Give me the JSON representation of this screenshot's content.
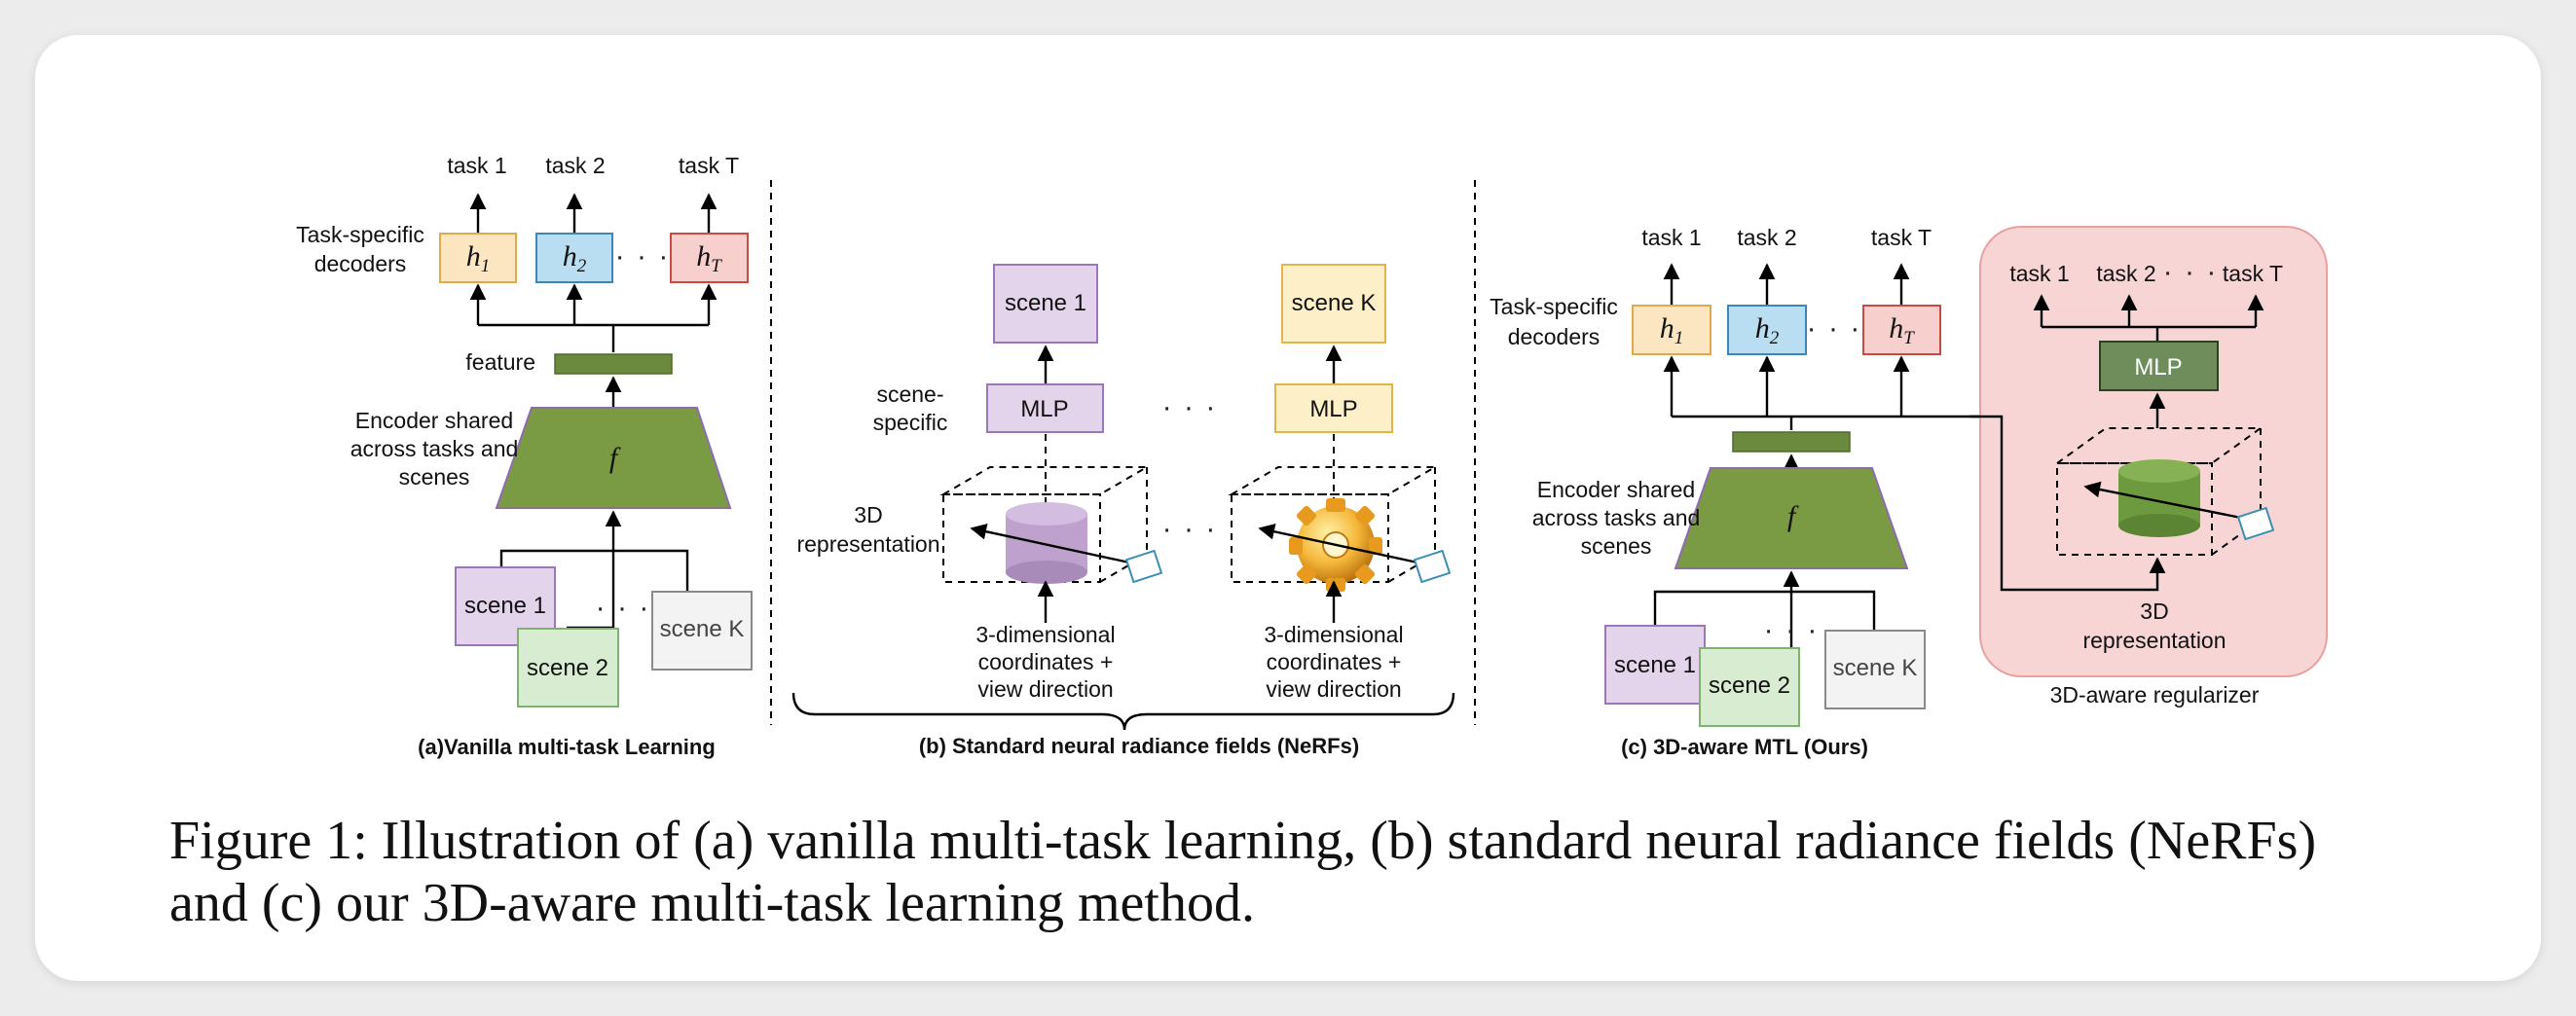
{
  "panel_a": {
    "task_labels": [
      "task 1",
      "task 2",
      "task T"
    ],
    "decoders_label": [
      "Task-specific",
      "decoders"
    ],
    "feature_label": "feature",
    "encoder_label": [
      "Encoder shared",
      "across tasks and",
      "scenes"
    ],
    "encoder_symbol": "f",
    "scene_labels": [
      "scene 1",
      "scene 2",
      "scene K"
    ],
    "subcaption": "(a)Vanilla multi-task Learning"
  },
  "panel_b": {
    "scene_labels": [
      "scene 1",
      "scene K"
    ],
    "mlp_label": "MLP",
    "scene_specific_label": [
      "scene-",
      "specific"
    ],
    "representation_label": [
      "3D",
      "representation"
    ],
    "input_label": [
      "3-dimensional",
      "coordinates +",
      "view direction"
    ],
    "subcaption": "(b) Standard neural radiance fields (NeRFs)"
  },
  "panel_c": {
    "task_labels": [
      "task 1",
      "task 2",
      "task T"
    ],
    "decoders_label": [
      "Task-specific",
      "decoders"
    ],
    "encoder_label": [
      "Encoder shared",
      "across tasks and",
      "scenes"
    ],
    "encoder_symbol": "f",
    "scene_labels": [
      "scene 1",
      "scene 2",
      "scene K"
    ],
    "regularizer_tasks": [
      "task 1",
      "task 2",
      "task T"
    ],
    "regularizer_mlp": "MLP",
    "representation_label": [
      "3D",
      "representation"
    ],
    "regularizer_label": "3D-aware regularizer",
    "subcaption": "(c) 3D-aware MTL  (Ours)"
  },
  "decoder_symbols": {
    "base": "h",
    "subscripts": [
      "1",
      "2",
      "T"
    ]
  },
  "ellipsis": "· · ·",
  "caption": {
    "line1": "Figure 1: Illustration of (a) vanilla multi-task learning, (b) standard neural radiance fields (NeRFs)",
    "line2": "and (c) our 3D-aware multi-task learning method."
  },
  "colors": {
    "decoder_1": "#fce6c2",
    "decoder_2": "#b9ddf1",
    "decoder_T": "#f7cfcc",
    "encoder": "#7b9a44",
    "scene_1": "#e3d3eb",
    "scene_2": "#d7ecd0",
    "scene_K": "#f3f3f3",
    "mlp_purple": "#e3d3eb",
    "mlp_yellow": "#fdf0c8",
    "mlp_green": "#6f8d5b",
    "regularizer_bg": "#f8d5d5",
    "cylinder_purple": "#bfa1cd",
    "cylinder_green": "#6d9a3f"
  }
}
